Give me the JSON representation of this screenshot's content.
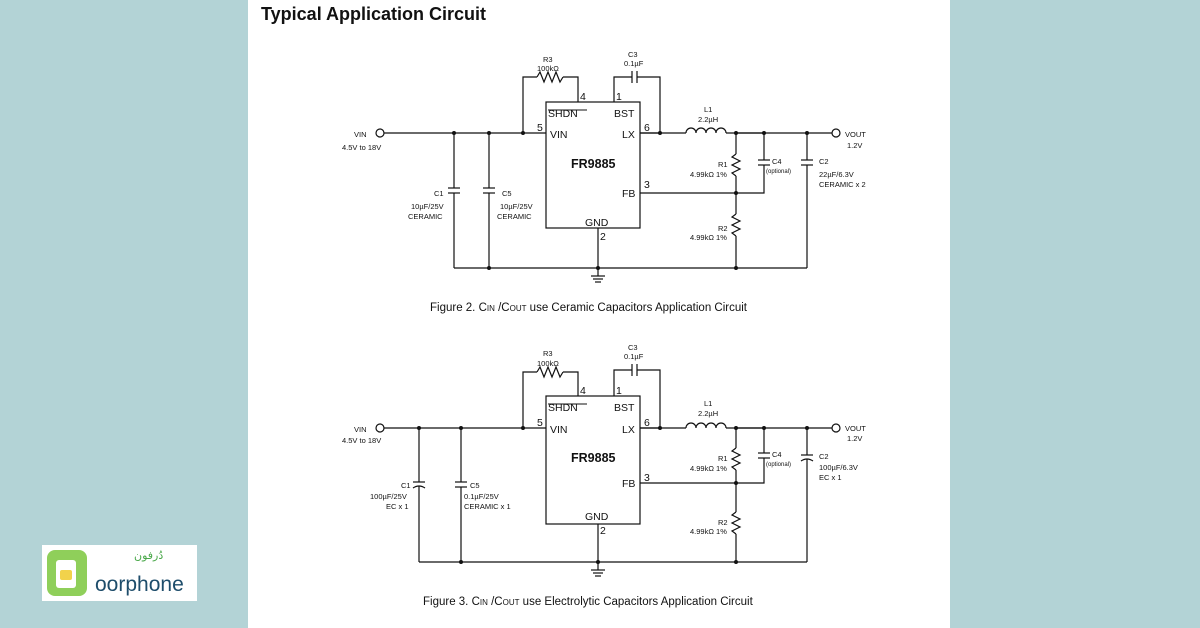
{
  "page": {
    "title": "Typical Application Circuit"
  },
  "figures": [
    {
      "caption": {
        "prefix": "Figure 2. C",
        "sub1": "IN",
        "mid": " /C",
        "sub2": "OUT",
        "suffix": " use Ceramic Capacitors Application Circuit"
      },
      "chip": {
        "name": "FR9885",
        "shdn": "SHDN",
        "bst": "BST",
        "vin": "VIN",
        "lx": "LX",
        "fb": "FB",
        "gnd": "GND",
        "pin_shdn": "4",
        "pin_bst": "1",
        "pin_vin": "5",
        "pin_lx": "6",
        "pin_fb": "3",
        "pin_gnd": "2"
      },
      "vin": {
        "label": "VIN",
        "range": "4.5V to 18V"
      },
      "vout": {
        "label": "VOUT",
        "value": "1.2V"
      },
      "r3": {
        "name": "R3",
        "value": "100kΩ"
      },
      "c3": {
        "name": "C3",
        "value": "0.1µF"
      },
      "l1": {
        "name": "L1",
        "value": "2.2µH"
      },
      "r1": {
        "name": "R1",
        "value": "4.99kΩ 1%"
      },
      "r2": {
        "name": "R2",
        "value": "4.99kΩ 1%"
      },
      "c4": {
        "name": "C4",
        "value": "(optional)"
      },
      "c2": {
        "name": "C2",
        "value": "22µF/6.3V",
        "type": "CERAMIC x 2"
      },
      "c1": {
        "name": "C1",
        "value": "10µF/25V",
        "type": "CERAMIC"
      },
      "c5": {
        "name": "C5",
        "value": "10µF/25V",
        "type": "CERAMIC"
      }
    },
    {
      "caption": {
        "prefix": "Figure 3. C",
        "sub1": "IN",
        "mid": " /C",
        "sub2": "OUT",
        "suffix": " use Electrolytic Capacitors Application Circuit"
      },
      "chip": {
        "name": "FR9885",
        "shdn": "SHDN",
        "bst": "BST",
        "vin": "VIN",
        "lx": "LX",
        "fb": "FB",
        "gnd": "GND",
        "pin_shdn": "4",
        "pin_bst": "1",
        "pin_vin": "5",
        "pin_lx": "6",
        "pin_fb": "3",
        "pin_gnd": "2"
      },
      "vin": {
        "label": "VIN",
        "range": "4.5V to 18V"
      },
      "vout": {
        "label": "VOUT",
        "value": "1.2V"
      },
      "r3": {
        "name": "R3",
        "value": "100kΩ"
      },
      "c3": {
        "name": "C3",
        "value": "0.1µF"
      },
      "l1": {
        "name": "L1",
        "value": "2.2µH"
      },
      "r1": {
        "name": "R1",
        "value": "4.99kΩ 1%"
      },
      "r2": {
        "name": "R2",
        "value": "4.99kΩ 1%"
      },
      "c4": {
        "name": "C4",
        "value": "(optional)"
      },
      "c2": {
        "name": "C2",
        "value": "100µF/6.3V",
        "type": "EC x 1"
      },
      "c1": {
        "name": "C1",
        "value": "100µF/25V",
        "type": "EC x 1"
      },
      "c5": {
        "name": "C5",
        "value": "0.1µF/25V",
        "type": "CERAMIC x 1"
      }
    }
  ],
  "logo": {
    "text": "oorphone",
    "script": "دُرفون"
  },
  "colors": {
    "background": "#b3d3d6",
    "logo_text": "#1e4d6b",
    "logo_accent": "#8fcf5a"
  }
}
